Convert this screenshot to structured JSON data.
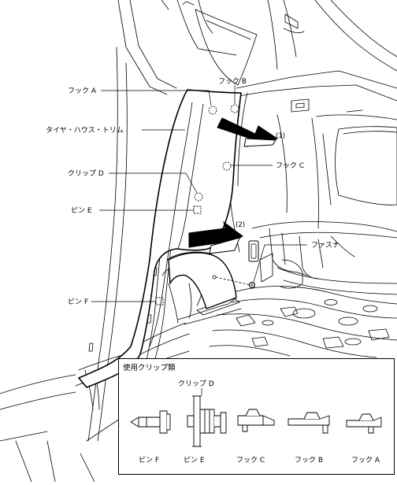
{
  "callouts": {
    "hook_a": "フック A",
    "hook_b": "フック B",
    "tire_house_trim": "タイヤ・ハウス・トリム",
    "clip_d": "クリップ D",
    "hook_c": "フック C",
    "pin_e": "ピン E",
    "pin_f": "ピン F",
    "fastener": "ファスナ"
  },
  "steps": {
    "step_1": "(1)",
    "step_2": "(2)"
  },
  "inset": {
    "title": "使用クリップ類",
    "clip_d_label": "クリップ D",
    "parts": [
      "ピン F",
      "ピン E",
      "フック C",
      "フック B",
      "フック A"
    ]
  }
}
